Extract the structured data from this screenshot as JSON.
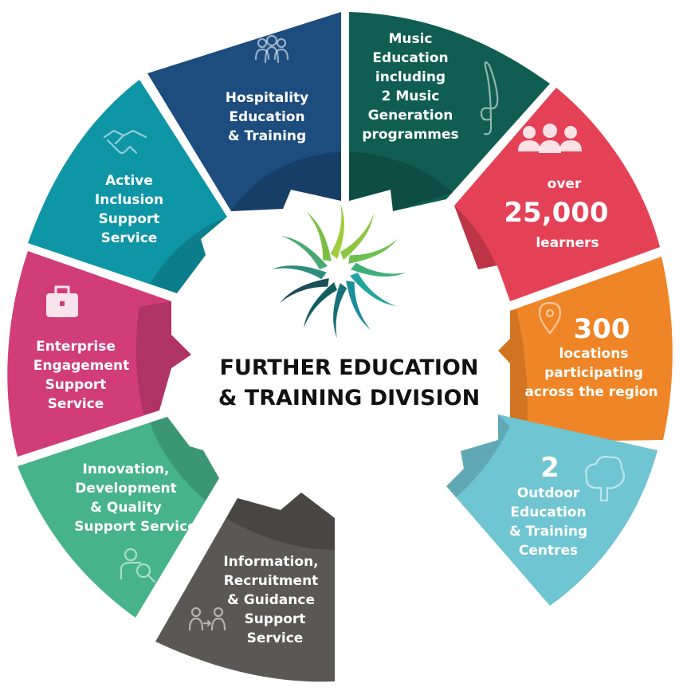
{
  "center": {
    "title_line1": "FURTHER EDUCATION",
    "title_line2": "& TRAINING DIVISION",
    "logo_icon": "swirl-logo-icon"
  },
  "segments": [
    {
      "id": "hospitality",
      "color": "#1d4c7e",
      "icon": "people-group-icon",
      "lines": [
        "Hospitality",
        "Education",
        "& Training"
      ]
    },
    {
      "id": "music",
      "color": "#105e52",
      "icon": "treble-clef-icon",
      "lines": [
        "Music",
        "Education",
        "including",
        "2 Music",
        "Generation",
        "programmes"
      ]
    },
    {
      "id": "learners",
      "color": "#e54156",
      "icon": "three-people-icon",
      "lines": [
        "over",
        "learners"
      ],
      "big": "25,000"
    },
    {
      "id": "locations",
      "color": "#ef8526",
      "icon": "map-pin-icon",
      "lines": [
        "locations",
        "participating",
        "across the region"
      ],
      "big": "300"
    },
    {
      "id": "outdoor",
      "color": "#70c5d2",
      "icon": "tree-icon",
      "lines": [
        "Outdoor",
        "Education",
        "& Training",
        "Centres"
      ],
      "big": "2"
    },
    {
      "id": "information",
      "color": "#595854",
      "icon": "two-people-exchange-icon",
      "lines": [
        "Information,",
        "Recruitment",
        "& Guidance",
        "Support",
        "Service"
      ]
    },
    {
      "id": "innovation",
      "color": "#47b38a",
      "icon": "magnifier-person-icon",
      "lines": [
        "Innovation,",
        "Development",
        "& Quality",
        "Support Service"
      ]
    },
    {
      "id": "enterprise",
      "color": "#d13d79",
      "icon": "briefcase-icon",
      "lines": [
        "Enterprise",
        "Engagement",
        "Support",
        "Service"
      ]
    },
    {
      "id": "inclusion",
      "color": "#0e96a6",
      "icon": "handshake-icon",
      "lines": [
        "Active",
        "Inclusion",
        "Support",
        "Service"
      ]
    }
  ]
}
